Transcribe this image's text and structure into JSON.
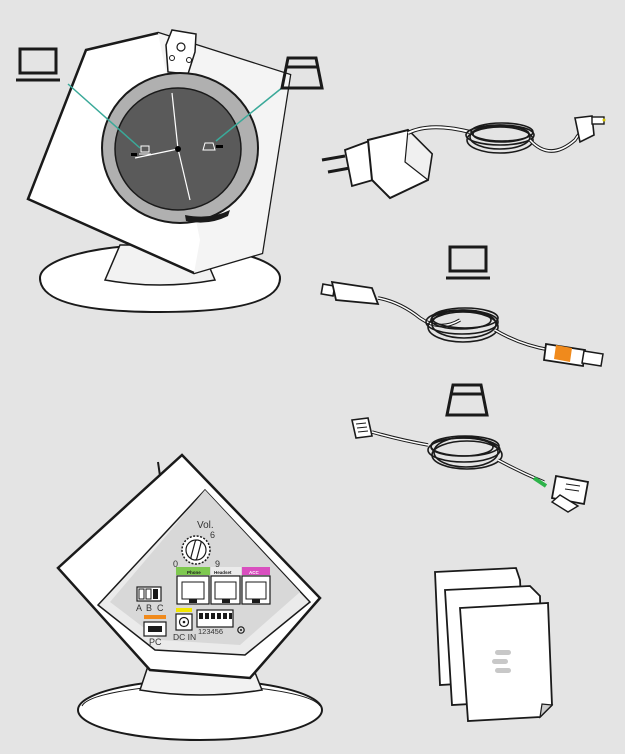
{
  "colors": {
    "background": "#e4e4e4",
    "outline": "#1a1a1a",
    "body": "#ffffff",
    "dial": "#5a5a5a",
    "ring": "#b0b0b0",
    "teal_leader": "#3aa999",
    "phone_green": "#7ec850",
    "acc_pink": "#d94fbf",
    "dc_yellow": "#f2e600",
    "pc_orange": "#f08a1c",
    "rj_plug_green": "#2db34a",
    "logo_gray": "#c8c8c8"
  },
  "icons": {
    "computer": "laptop-icon",
    "desk_phone": "desk-phone-icon",
    "manual_logo": "sennheiser-e-logo-icon"
  },
  "base_rear": {
    "vol_label": "Vol.",
    "dial_numbers": [
      "0",
      "6",
      "9"
    ],
    "port_labels": [
      "Phone",
      "Headset",
      "ACC"
    ],
    "switch_letters": [
      "A",
      "B",
      "C"
    ],
    "pc_label": "PC",
    "dc_label": "DC IN",
    "dip_numbers": "123456"
  }
}
